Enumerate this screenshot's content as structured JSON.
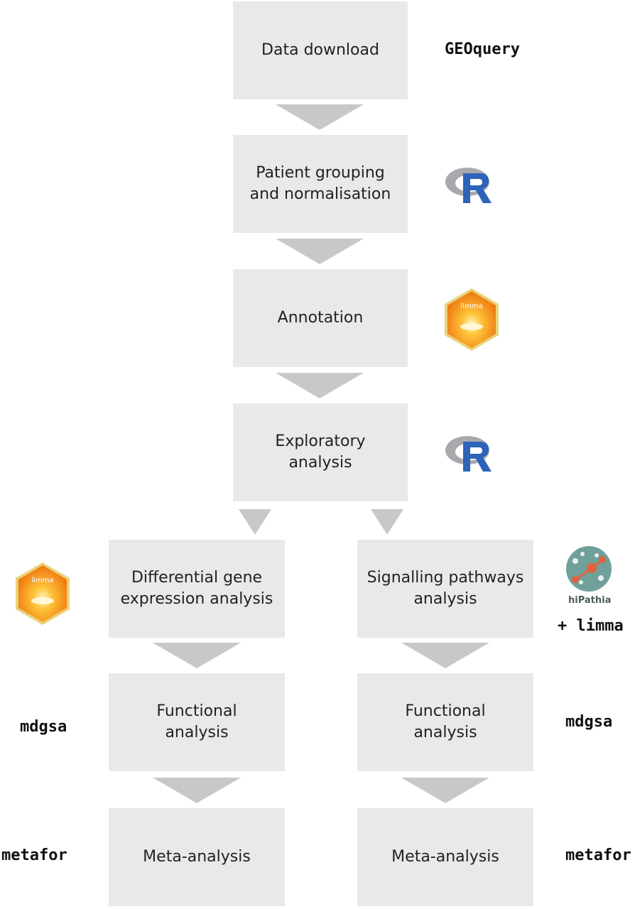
{
  "steps": {
    "data_download": "Data download",
    "patient_grouping": "Patient grouping\nand normalisation",
    "annotation": "Annotation",
    "exploratory": "Exploratory\nanalysis",
    "differential": "Differential gene\nexpression analysis",
    "signalling": "Signalling pathways\nanalysis",
    "functional_left": "Functional\nanalysis",
    "functional_right": "Functional\nanalysis",
    "meta_left": "Meta-analysis",
    "meta_right": "Meta-analysis"
  },
  "tools": {
    "geoquery": "GEOquery",
    "plus_limma": "+ limma",
    "mdgsa_left": "mdgsa",
    "mdgsa_right": "mdgsa",
    "metafor_left": "metafor",
    "metafor_right": "metafor"
  },
  "logos": {
    "r_logo": "r-logo-icon",
    "limma_logo": "limma-logo-icon",
    "limma_label": "limma",
    "hipathia_logo": "hipathia-logo-icon",
    "hipathia_label": "hiPathia"
  },
  "colors": {
    "box": "#e9e9e9",
    "arrow": "#c8c8c8",
    "r_blue": "#2d63b8",
    "r_ring": "#a8a8ad",
    "limma_orange": "#f0901a",
    "hipathia_teal": "#6fa09a",
    "hipathia_node": "#e0623e"
  }
}
